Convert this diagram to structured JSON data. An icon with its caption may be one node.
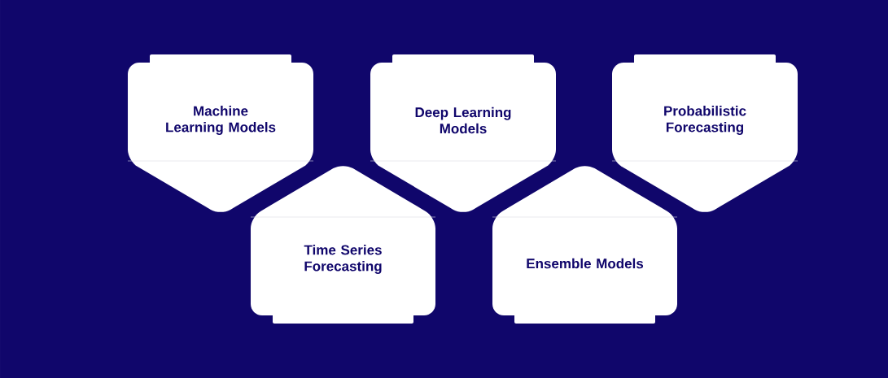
{
  "diagram": {
    "nodes": [
      {
        "text": [
          "Machine Learning Models"
        ]
      },
      {
        "text": [
          "Deep Learning Models"
        ]
      },
      {
        "text": [
          "Probabilistic Forecasting"
        ]
      },
      {
        "text": [
          "Time Series Forecasting"
        ]
      },
      {
        "text": [
          "Ensemble Models"
        ]
      }
    ]
  }
}
